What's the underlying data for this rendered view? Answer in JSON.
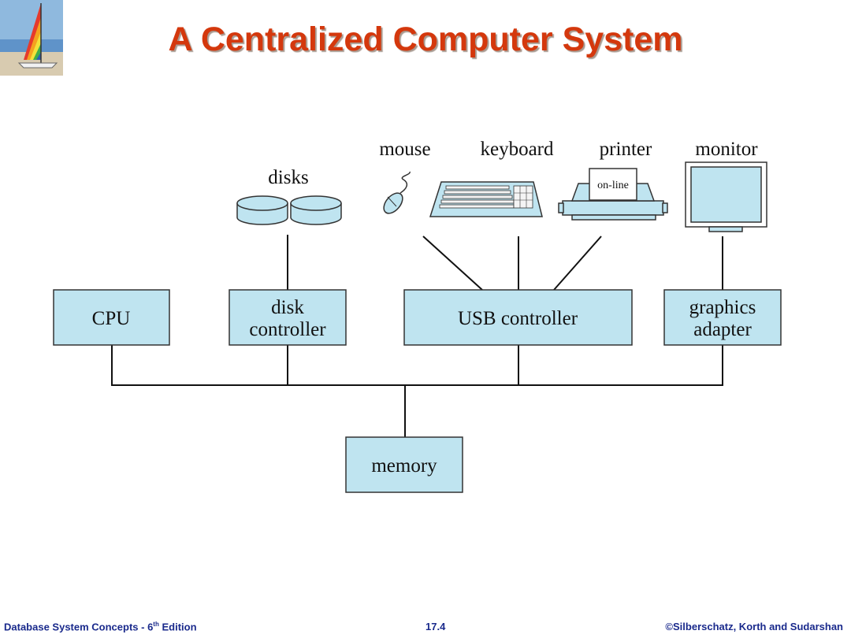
{
  "slide": {
    "title": "A Centralized Computer System"
  },
  "diagram": {
    "nodes": {
      "cpu": "CPU",
      "disk_controller": [
        "disk",
        "controller"
      ],
      "usb_controller": "USB controller",
      "graphics_adapter": [
        "graphics",
        "adapter"
      ],
      "memory": "memory"
    },
    "devices": {
      "disks": "disks",
      "mouse": "mouse",
      "keyboard": "keyboard",
      "printer": "printer",
      "printer_panel": "on-line",
      "monitor": "monitor"
    },
    "colors": {
      "box_fill": "#bfe4f0",
      "box_stroke": "#333333",
      "line": "#111111"
    }
  },
  "footer": {
    "left_prefix": "Database System Concepts - 6",
    "left_sup": "th",
    "left_suffix": " Edition",
    "center": "17.4",
    "right": "©Silberschatz, Korth and Sudarshan"
  }
}
